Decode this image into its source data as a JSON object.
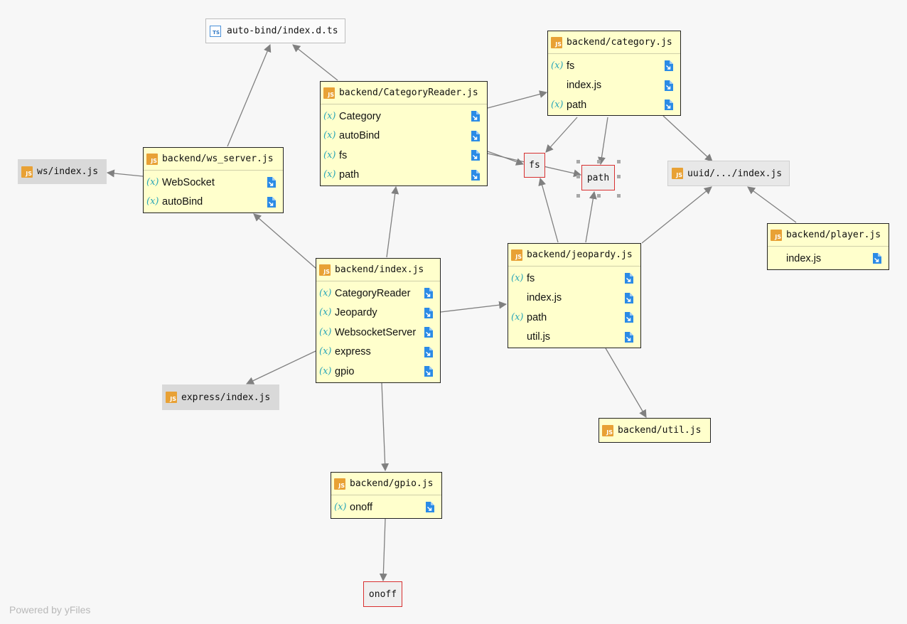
{
  "modules": {
    "ws_server": {
      "title": "backend/ws_server.js",
      "members": [
        {
          "name": "WebSocket",
          "var": true
        },
        {
          "name": "autoBind",
          "var": true
        }
      ]
    },
    "category_reader": {
      "title": "backend/CategoryReader.js",
      "members": [
        {
          "name": "Category",
          "var": true
        },
        {
          "name": "autoBind",
          "var": true
        },
        {
          "name": "fs",
          "var": true
        },
        {
          "name": "path",
          "var": true
        }
      ]
    },
    "category": {
      "title": "backend/category.js",
      "members": [
        {
          "name": "fs",
          "var": true
        },
        {
          "name": "index.js",
          "var": false
        },
        {
          "name": "path",
          "var": true
        }
      ]
    },
    "index": {
      "title": "backend/index.js",
      "members": [
        {
          "name": "CategoryReader",
          "var": true
        },
        {
          "name": "Jeopardy",
          "var": true
        },
        {
          "name": "WebsocketServer",
          "var": true
        },
        {
          "name": "express",
          "var": true
        },
        {
          "name": "gpio",
          "var": true
        }
      ]
    },
    "jeopardy": {
      "title": "backend/jeopardy.js",
      "members": [
        {
          "name": "fs",
          "var": true
        },
        {
          "name": "index.js",
          "var": false
        },
        {
          "name": "path",
          "var": true
        },
        {
          "name": "util.js",
          "var": false
        }
      ]
    },
    "player": {
      "title": "backend/player.js",
      "members": [
        {
          "name": "index.js",
          "var": false
        }
      ]
    },
    "gpio": {
      "title": "backend/gpio.js",
      "members": [
        {
          "name": "onoff",
          "var": true
        }
      ]
    },
    "util": {
      "title": "backend/util.js"
    }
  },
  "external": {
    "autobind": "auto-bind/index.d.ts",
    "ws": "ws/index.js",
    "uuid": "uuid/.../index.js",
    "express": "express/index.js"
  },
  "core": {
    "fs": "fs",
    "path": "path",
    "onoff": "onoff"
  },
  "icons": {
    "module": "js-file-icon",
    "typings": "ts-file-icon",
    "member": "variable-icon",
    "navigate": "jump-to-source-icon"
  },
  "icon_text": {
    "js": "JS",
    "ts": "TS",
    "var": "(x)"
  },
  "colors": {
    "module_fill": "#ffffcc",
    "external_fill": "#d9d9d9",
    "core_border": "#d83030",
    "edge": "#808080",
    "js_icon": "#e8a135",
    "var_icon": "#2aa6b8",
    "nav_icon": "#2b8be6"
  },
  "footer": "Powered by yFiles"
}
